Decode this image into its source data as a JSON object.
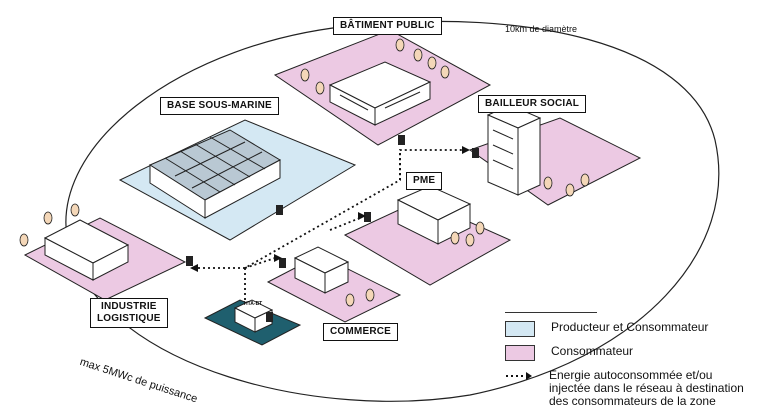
{
  "labels": {
    "batiment_public": "BÂTIMENT PUBLIC",
    "base_sous_marine": "BASE SOUS-MARINE",
    "bailleur_social": "BAILLEUR SOCIAL",
    "pme": "PME",
    "industrie_logistique_line1": "INDUSTRIE",
    "industrie_logistique_line2": "LOGISTIQUE",
    "commerce": "COMMERCE",
    "hta_bt": "HTA-BT"
  },
  "notes": {
    "diameter": "10km de diamètre",
    "max_power": "max 5MWc de puissance"
  },
  "legend": {
    "producer_consumer": "Producteur et Consommateur",
    "consumer": "Consommateur",
    "energy_line1": "Energie autoconsommée et/ou",
    "energy_line2": "injectée dans le réseau à destination",
    "energy_line3": "des consommateurs de la zone"
  },
  "colors": {
    "consumer": "#ecc9e3",
    "producer_consumer": "#d4e8f3",
    "substation": "#1f5f6e",
    "outline": "#111111"
  }
}
